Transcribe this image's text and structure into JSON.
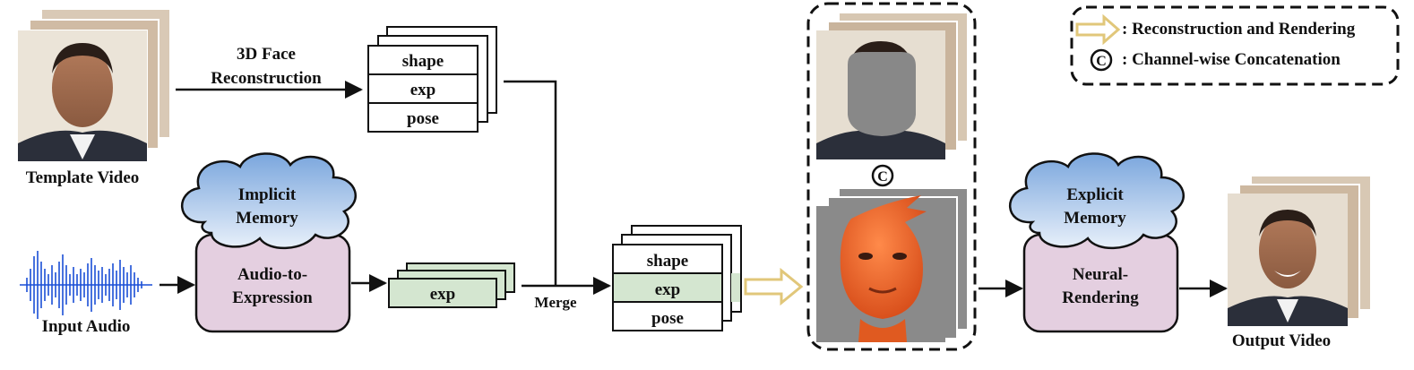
{
  "inputs": {
    "template_video": "Template Video",
    "input_audio": "Input Audio"
  },
  "reconstruction": {
    "line1": "3D Face",
    "line2": "Reconstruction"
  },
  "params_top": [
    "shape",
    "exp",
    "pose"
  ],
  "implicit_memory": {
    "line1": "Implicit",
    "line2": "Memory"
  },
  "audio_to_expression": {
    "line1": "Audio-to-",
    "line2": "Expression"
  },
  "exp_box": "exp",
  "merge_label": "Merge",
  "params_merged": [
    "shape",
    "exp",
    "pose"
  ],
  "concat_symbol": "C",
  "explicit_memory": {
    "line1": "Explicit",
    "line2": "Memory"
  },
  "neural_rendering": {
    "line1": "Neural-",
    "line2": "Rendering"
  },
  "output_video": "Output Video",
  "legend": {
    "reconstruction_rendering": ": Reconstruction and Rendering",
    "channel_concat": ": Channel-wise Concatenation"
  },
  "colors": {
    "expr_green": "#d4e6d0",
    "module_pink": "#e4cfe0",
    "cloud_blue": "#8fb3e0",
    "render_arrow": "#e9d28e",
    "face_mask_gray": "#888888",
    "render_bg_gray": "#8a8a8a",
    "face_orange": "#f06a2e",
    "audio_blue": "#1a4fd6"
  }
}
